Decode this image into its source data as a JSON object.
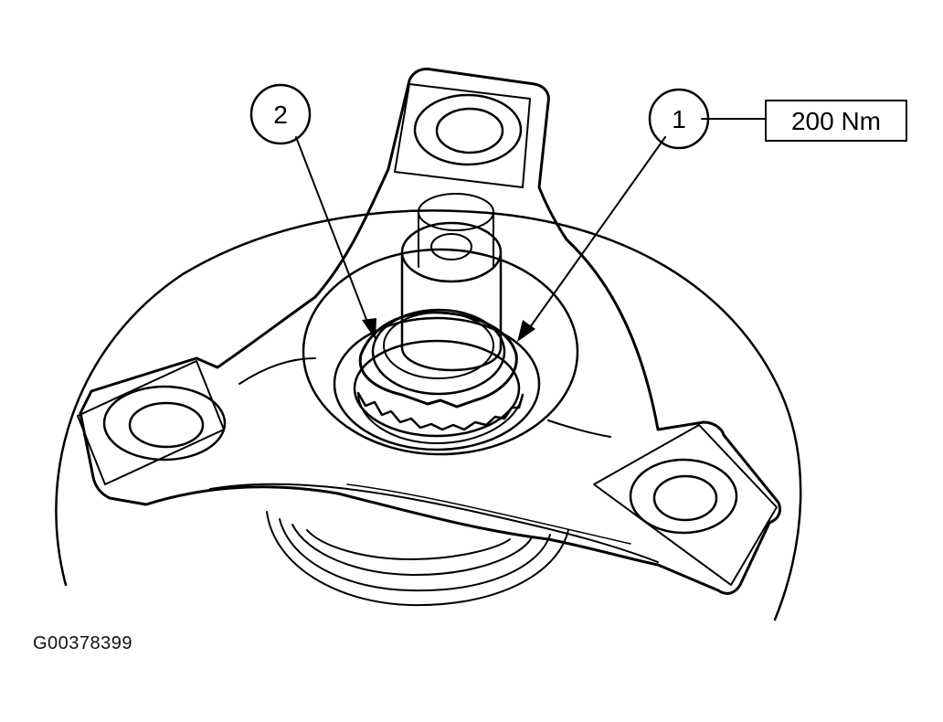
{
  "figure_id": "G00378399",
  "callouts": [
    {
      "number": "1"
    },
    {
      "number": "2"
    }
  ],
  "torque_spec": "200 Nm",
  "colors": {
    "line": "#000000",
    "background": "#ffffff"
  }
}
